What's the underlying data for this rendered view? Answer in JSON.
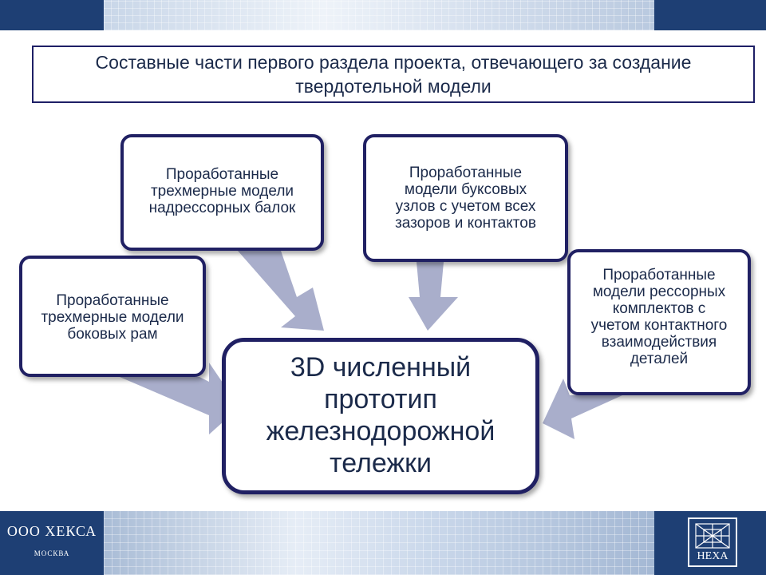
{
  "title": "Составные части первого раздела проекта, отвечающего за создание\nтвердотельной модели",
  "boxes": {
    "side_frames": "Проработанные\nтрехмерные модели\nбоковых рам",
    "bolster": "Проработанные\nтрехмерные модели\nнадрессорных балок",
    "axle_box": "Проработанные\nмодели буксовых\nузлов с учетом всех\nзазоров и контактов",
    "spring": "Проработанные\nмодели рессорных\nкомплектов с\nучетом контактного\nвзаимодействия\nдеталей",
    "center": "3D численный\nпрототип\nжелезнодорожной\nтележки"
  },
  "footer": {
    "company": "ООО ХЕКСА",
    "city": "МОСКВА",
    "logo": "HEXA"
  },
  "colors": {
    "navy": "#1e3f74",
    "border": "#202063",
    "arrow": "#a9aecb",
    "text": "#1b2a4a"
  }
}
